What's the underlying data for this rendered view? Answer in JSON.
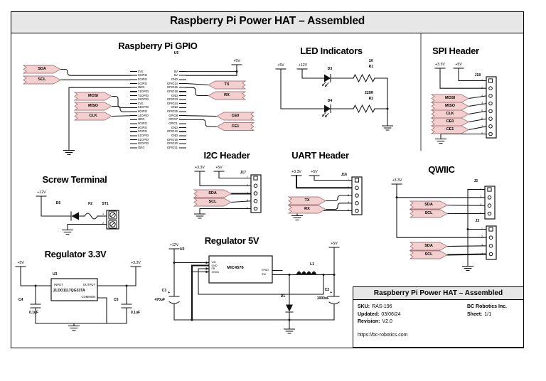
{
  "page_title": "Raspberry Pi Power HAT – Assembled",
  "gpio": {
    "title": "Raspberry Pi GPIO",
    "ref": "U5",
    "p5v": "+5V",
    "left_pins": [
      "3V3",
      "GPIO2",
      "GPIO3",
      "GPIO4",
      "GND",
      "GPIO17",
      "GPIO27",
      "GPIO22",
      "3V3",
      "GPIO10",
      "GPIO9",
      "GPIO11",
      "GND",
      "GPIO0",
      "GPIO5",
      "GPIO6",
      "GPIO13",
      "GPIO19",
      "GPIO26",
      "GND"
    ],
    "right_pins": [
      "5V",
      "5V",
      "GND",
      "GPIO14",
      "GPIO15",
      "GPIO18",
      "GND",
      "GPIO23",
      "GPIO24",
      "GND",
      "GPIO25",
      "GPIO8",
      "GPIO7",
      "GPIO1",
      "GND",
      "GPIO12",
      "GND",
      "GPIO16",
      "GPIO20",
      "GPIO21"
    ],
    "flag_sda": "SDA",
    "flag_scl": "SCL",
    "flag_mosi": "MOSI",
    "flag_miso": "MISO",
    "flag_clk": "CLK",
    "flag_tx": "TX",
    "flag_rx": "RX",
    "flag_ce0": "CE0",
    "flag_ce1": "CE1"
  },
  "led": {
    "title": "LED Indicators",
    "p5v": "+5V",
    "p12v": "+12V",
    "d3": "D3",
    "d4": "D4",
    "r1_value": "1K",
    "r1": "R1",
    "r2_value": "220R",
    "r2": "R2"
  },
  "spi": {
    "title": "SPI Header",
    "p33v": "+3.3V",
    "p5v": "+5V",
    "ref": "J18",
    "pin_numbers": [
      "1",
      "2",
      "3",
      "4",
      "5",
      "6",
      "7",
      "8"
    ],
    "flags": [
      "MOSI",
      "MISO",
      "CLK",
      "CE0",
      "CE1"
    ]
  },
  "i2c": {
    "title": "I2C Header",
    "p33v": "+3.3V",
    "p5v": "+5V",
    "ref": "J17",
    "pin_numbers": [
      "1",
      "2",
      "3",
      "4",
      "5"
    ],
    "flag_sda": "SDA",
    "flag_scl": "SCL"
  },
  "uart": {
    "title": "UART Header",
    "p33v": "+3.3V",
    "p5v": "+5V",
    "ref": "J16",
    "pin_numbers": [
      "1",
      "2",
      "3",
      "4",
      "5"
    ],
    "flag_tx": "TX",
    "flag_rx": "RX"
  },
  "qwiic": {
    "title": "QWIIC",
    "p33v": "+3.3V",
    "j2_ref": "J2",
    "j2_pin_numbers": [
      "1",
      "2",
      "3",
      "4"
    ],
    "j2_sda": "SDA",
    "j2_scl": "SCL",
    "j3_ref": "J3",
    "j3_pin_numbers": [
      "1",
      "2",
      "3",
      "4"
    ],
    "j3_sda": "SDA",
    "j3_scl": "SCL"
  },
  "screw": {
    "title": "Screw Terminal",
    "p12v": "+12V",
    "d5": "D5",
    "f2": "F2",
    "st1": "ST1",
    "pin1": "1",
    "pin2": "2"
  },
  "reg33": {
    "title": "Regulator 3.3V",
    "p5v": "+5V",
    "p33v": "+3.3V",
    "ref": "U3",
    "part": "ZLDO1117QG33TA",
    "pin_input": "INPUT",
    "pin_output": "OUTPUT",
    "pin_common": "COMMON",
    "c4": "C4",
    "c4_value": "0.1uF",
    "c5": "C5",
    "c5_value": "0.1uF"
  },
  "reg5": {
    "title": "Regulator 5V",
    "p12v": "+12V",
    "p5v": "+5V",
    "ref": "U2",
    "part": "MIC4576",
    "left_pins": [
      "VIN",
      "GND",
      "FB",
      "SHDN"
    ],
    "pin_epad": "EPAD",
    "pin_sw": "SW",
    "c3": "C3",
    "c3_value": "470uF",
    "c2": "C2",
    "c2_value": "1000uF",
    "plus": "+",
    "d1": "D1",
    "l1": "L1"
  },
  "titleblock": {
    "title": "Raspberry Pi Power HAT – Assembled",
    "sku_label": "SKU:",
    "sku_value": "RAS-196",
    "updated_label": "Updated:",
    "updated_value": "03/06/24",
    "revision_label": "Revision:",
    "revision_value": "V2.0",
    "company": "BC Robotics Inc.",
    "sheet_label": "Sheet:",
    "sheet_value": "1/1",
    "url": "https://bc-robotics.com"
  },
  "colors": {
    "flag_fill": "#f4cfcf",
    "flag_stroke": "#a87c7c",
    "bar_bg": "#e7e7e7",
    "line": "#111111"
  }
}
